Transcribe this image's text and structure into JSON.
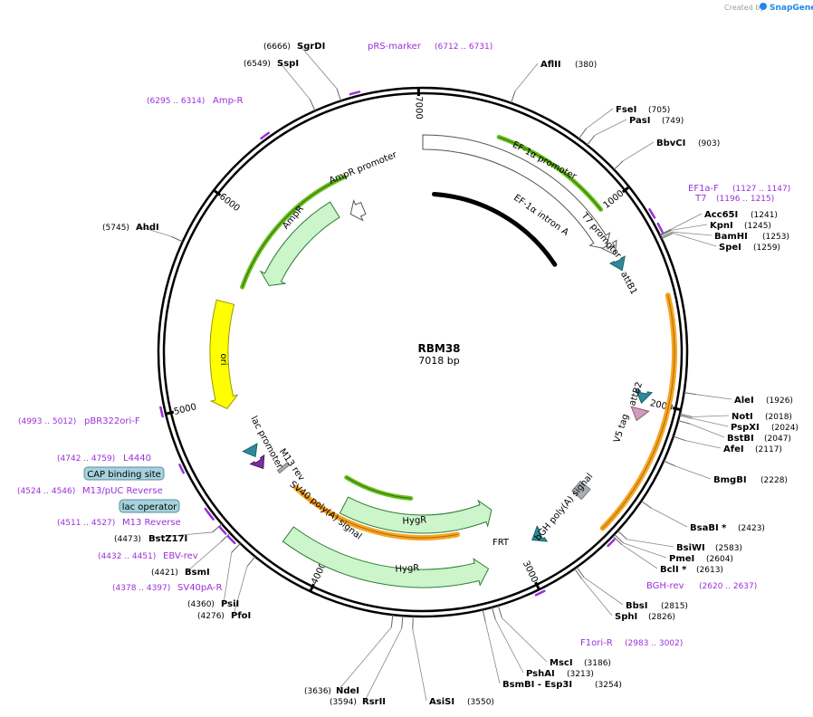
{
  "credit": {
    "prefix": "Created by",
    "brand": "SnapGene"
  },
  "plasmid": {
    "name": "RBM38",
    "size": "7018 bp",
    "length": 7018
  },
  "ring_ticks": [
    {
      "pos": 1000,
      "label": "1000"
    },
    {
      "pos": 2000,
      "label": "2000"
    },
    {
      "pos": 3000,
      "label": "3000"
    },
    {
      "pos": 4000,
      "label": "4000"
    },
    {
      "pos": 5000,
      "label": "5000"
    },
    {
      "pos": 6000,
      "label": "6000"
    },
    {
      "pos": 7000,
      "label": "7000"
    }
  ],
  "enzymes": [
    {
      "name": "AflII",
      "pos": "(380)",
      "at": 380
    },
    {
      "name": "FseI",
      "pos": "(705)",
      "at": 705
    },
    {
      "name": "PasI",
      "pos": "(749)",
      "at": 749
    },
    {
      "name": "BbvCI",
      "pos": "(903)",
      "at": 903
    },
    {
      "name": "Acc65I",
      "pos": "(1241)",
      "at": 1241
    },
    {
      "name": "KpnI",
      "pos": "(1245)",
      "at": 1245
    },
    {
      "name": "BamHI",
      "pos": "(1253)",
      "at": 1253
    },
    {
      "name": "SpeI",
      "pos": "(1259)",
      "at": 1259
    },
    {
      "name": "AleI",
      "pos": "(1926)",
      "at": 1926
    },
    {
      "name": "NotI",
      "pos": "(2018)",
      "at": 2018
    },
    {
      "name": "PspXI",
      "pos": "(2024)",
      "at": 2024
    },
    {
      "name": "BstBI",
      "pos": "(2047)",
      "at": 2047
    },
    {
      "name": "AfeI",
      "pos": "(2117)",
      "at": 2117
    },
    {
      "name": "BmgBI",
      "pos": "(2228)",
      "at": 2228
    },
    {
      "name": "BsaBI *",
      "pos": "(2423)",
      "at": 2423
    },
    {
      "name": "BsiWI",
      "pos": "(2583)",
      "at": 2583
    },
    {
      "name": "PmeI",
      "pos": "(2604)",
      "at": 2604
    },
    {
      "name": "BclI *",
      "pos": "(2613)",
      "at": 2613
    },
    {
      "name": "BbsI",
      "pos": "(2815)",
      "at": 2815
    },
    {
      "name": "SphI",
      "pos": "(2826)",
      "at": 2826
    },
    {
      "name": "MscI",
      "pos": "(3186)",
      "at": 3186
    },
    {
      "name": "PshAI",
      "pos": "(3213)",
      "at": 3213
    },
    {
      "name": "BsmBI - Esp3I",
      "pos": "(3254)",
      "at": 3254
    },
    {
      "name": "AsiSI",
      "pos": "(3550)",
      "at": 3550
    },
    {
      "name": "RsrII",
      "pos": "(3594)",
      "at": 3594
    },
    {
      "name": "NdeI",
      "pos": "(3636)",
      "at": 3636
    },
    {
      "name": "PfoI",
      "pos": "(4276)",
      "at": 4276
    },
    {
      "name": "PsiI",
      "pos": "(4360)",
      "at": 4360
    },
    {
      "name": "BsmI",
      "pos": "(4421)",
      "at": 4421
    },
    {
      "name": "BstZ17I",
      "pos": "(4473)",
      "at": 4473
    },
    {
      "name": "AhdI",
      "pos": "(5745)",
      "at": 5745
    },
    {
      "name": "SspI",
      "pos": "(6549)",
      "at": 6549
    },
    {
      "name": "SgrDI",
      "pos": "(6666)",
      "at": 6666
    }
  ],
  "primers": [
    {
      "name": "pRS-marker",
      "pos": "(6712 .. 6731)"
    },
    {
      "name": "EF1a-F",
      "pos": "(1127 .. 1147)"
    },
    {
      "name": "T7",
      "pos": "(1196 .. 1215)"
    },
    {
      "name": "BGH-rev",
      "pos": "(2620 .. 2637)"
    },
    {
      "name": "F1ori-R",
      "pos": "(2983 .. 3002)"
    },
    {
      "name": "SV40pA-R",
      "pos": "(4378 .. 4397)"
    },
    {
      "name": "EBV-rev",
      "pos": "(4432 .. 4451)"
    },
    {
      "name": "M13 Reverse",
      "pos": "(4511 .. 4527)"
    },
    {
      "name": "M13/pUC Reverse",
      "pos": "(4524 .. 4546)"
    },
    {
      "name": "L4440",
      "pos": "(4742 .. 4759)"
    },
    {
      "name": "pBR322ori-F",
      "pos": "(4993 .. 5012)"
    },
    {
      "name": "Amp-R",
      "pos": "(6295 .. 6314)"
    }
  ],
  "boxed_labels": {
    "cap": "CAP binding site",
    "lacop": "lac operator"
  },
  "features": {
    "ef1a_promoter": "EF-1α promoter",
    "ef1a_intron": "EF-1α intron A",
    "t7_promoter": "T7 promoter",
    "attb1": "attB1",
    "attb2": "attB2",
    "v5": "V5 tag",
    "bgh": "bGH poly(A) signal",
    "frt": "FRT",
    "hygr1": "HygR",
    "hygr2": "HygR",
    "sv40": "SV40 poly(A) signal",
    "m13rev": "M13 rev",
    "lacprom": "lac promoter",
    "ori": "ori",
    "ampr": "AmpR",
    "ampr_prom": "AmpR promoter"
  },
  "colors": {
    "primer": "#9b30d9",
    "orf_fill": "#ccf5cc",
    "orf_stroke": "#2e7d32",
    "ori_fill": "#ffff00",
    "highlight_orange": "#f5a623",
    "highlight_green": "#6abf1e",
    "terminator": "#a9adb2",
    "protein_bind": "#a6d2dc",
    "teal": "#2e8a9b",
    "pink": "#d19bc0"
  }
}
